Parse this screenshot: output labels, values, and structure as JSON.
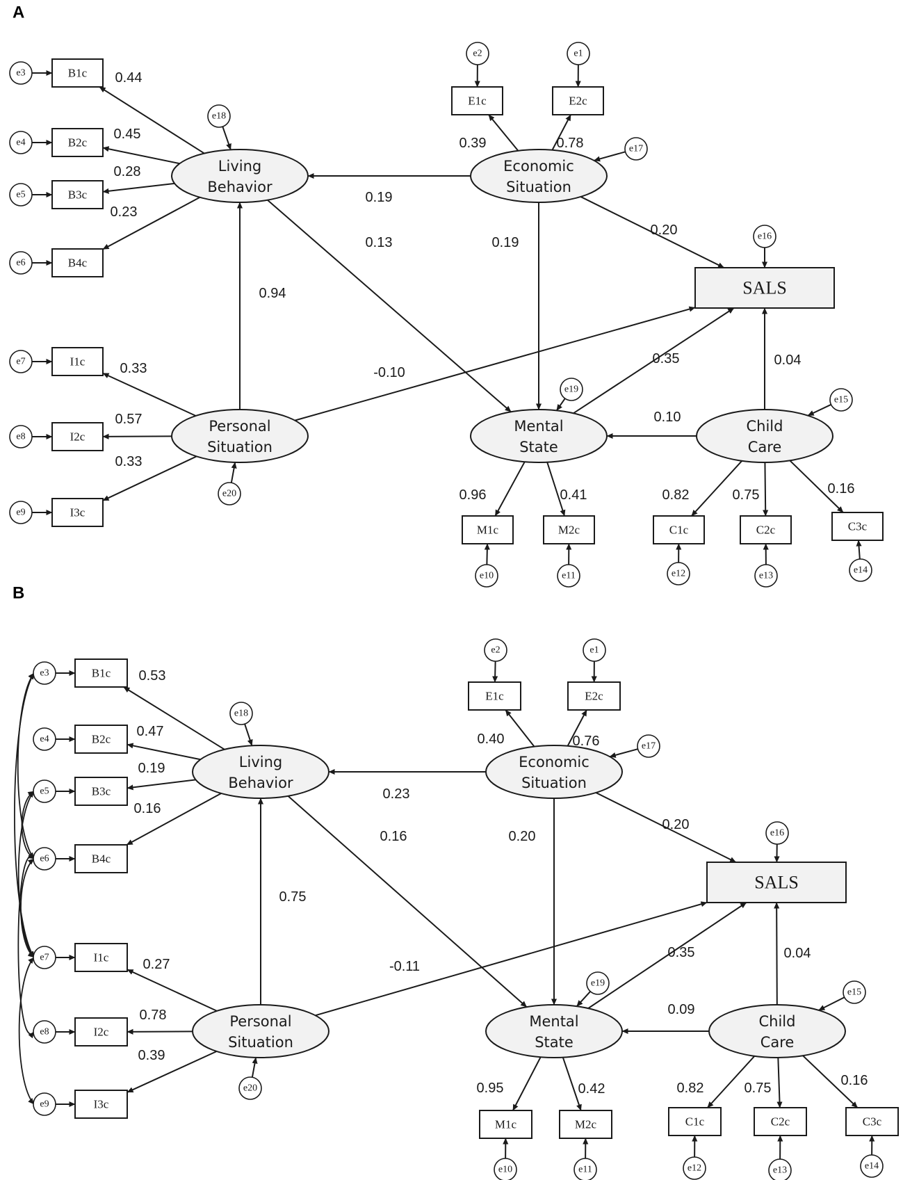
{
  "panels": [
    {
      "label": "A",
      "coefficients": {
        "B1c": "0.44",
        "B2c": "0.45",
        "B3c": "0.28",
        "B4c": "0.23",
        "E1c": "0.39",
        "E2c": "0.78",
        "I1c": "0.33",
        "I2c": "0.57",
        "I3c": "0.33",
        "Econ_Living": "0.19",
        "Living_Mental": "0.13",
        "Econ_Mental": "0.19",
        "Econ_SALS": "0.20",
        "Personal_Living": "0.94",
        "Personal_SALS": "-0.10",
        "Mental_SALS": "0.35",
        "Child_SALS": "0.04",
        "Child_Mental": "0.10",
        "M1c": "0.96",
        "M2c": "0.41",
        "C1c": "0.82",
        "C2c": "0.75",
        "C3c": "0.16"
      }
    },
    {
      "label": "B",
      "coefficients": {
        "B1c": "0.53",
        "B2c": "0.47",
        "B3c": "0.19",
        "B4c": "0.16",
        "E1c": "0.40",
        "E2c": "0.76",
        "I1c": "0.27",
        "I2c": "0.78",
        "I3c": "0.39",
        "Econ_Living": "0.23",
        "Living_Mental": "0.16",
        "Econ_Mental": "0.20",
        "Econ_SALS": "0.20",
        "Personal_Living": "0.75",
        "Personal_SALS": "-0.11",
        "Mental_SALS": "0.35",
        "Child_SALS": "0.04",
        "Child_Mental": "0.09",
        "M1c": "0.95",
        "M2c": "0.42",
        "C1c": "0.82",
        "C2c": "0.75",
        "C3c": "0.16"
      }
    }
  ],
  "latents": {
    "living": [
      "Living",
      "Behavior"
    ],
    "economic": [
      "Economic",
      "Situation"
    ],
    "personal": [
      "Personal",
      "Situation"
    ],
    "mental": [
      "Mental",
      "State"
    ],
    "child": [
      "Child",
      "Care"
    ]
  },
  "outcome": "SALS",
  "indicators": {
    "B1c": "B1c",
    "B2c": "B2c",
    "B3c": "B3c",
    "B4c": "B4c",
    "E1c": "E1c",
    "E2c": "E2c",
    "I1c": "I1c",
    "I2c": "I2c",
    "I3c": "I3c",
    "M1c": "M1c",
    "M2c": "M2c",
    "C1c": "C1c",
    "C2c": "C2c",
    "C3c": "C3c"
  },
  "errors": {
    "e1": "e1",
    "e2": "e2",
    "e3": "e3",
    "e4": "e4",
    "e5": "e5",
    "e6": "e6",
    "e7": "e7",
    "e8": "e8",
    "e9": "e9",
    "e10": "e10",
    "e11": "e11",
    "e12": "e12",
    "e13": "e13",
    "e14": "e14",
    "e15": "e15",
    "e16": "e16",
    "e17": "e17",
    "e18": "e18",
    "e19": "e19",
    "e20": "e20"
  }
}
